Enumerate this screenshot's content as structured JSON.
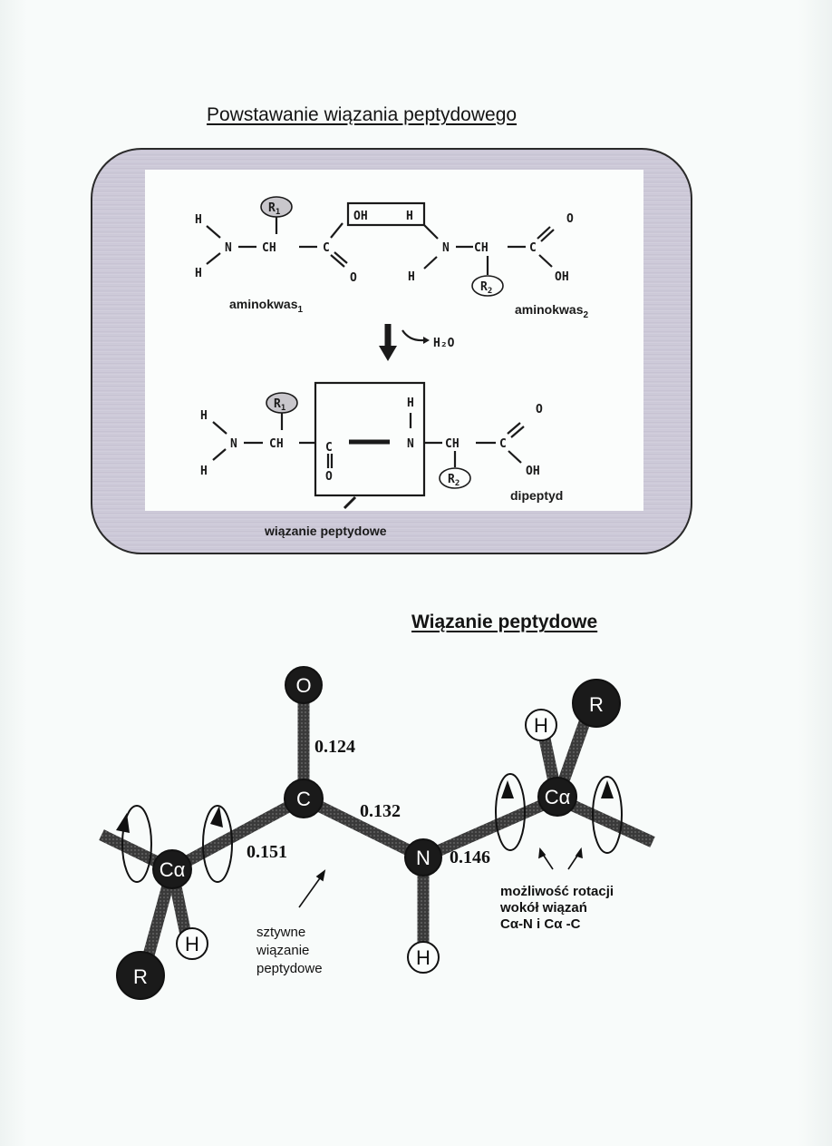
{
  "section1": {
    "title": "Powstawanie wiązania peptydowego",
    "reactant1": {
      "label": "aminokwas",
      "subscript": "1",
      "side_chain": "R",
      "side_chain_sub": "1"
    },
    "reactant2": {
      "label": "aminokwas",
      "subscript": "2",
      "side_chain": "R",
      "side_chain_sub": "2"
    },
    "atoms": {
      "H": "H",
      "N": "N",
      "CH": "CH",
      "C": "C",
      "O": "O",
      "OH": "OH"
    },
    "removed_group": {
      "left": "OH",
      "right": "H"
    },
    "byproduct": "H₂O",
    "product_label": "dipeptyd",
    "bond_label": "wiązanie peptydowe"
  },
  "section2": {
    "title": "Wiązanie peptydowe",
    "atoms": {
      "O": "O",
      "C": "C",
      "N": "N",
      "H": "H",
      "R": "R",
      "Ca": "Cα"
    },
    "bond_lengths": {
      "C_O": "0.124",
      "C_N": "0.132",
      "Ca_C": "0.151",
      "N_Ca": "0.146"
    },
    "caption_rigid": [
      "sztywne",
      "wiązanie",
      "peptydowe"
    ],
    "caption_rotation": [
      "możliwość  rotacji",
      "wokół  wiązań",
      "Cα-N i  Cα -C"
    ]
  }
}
